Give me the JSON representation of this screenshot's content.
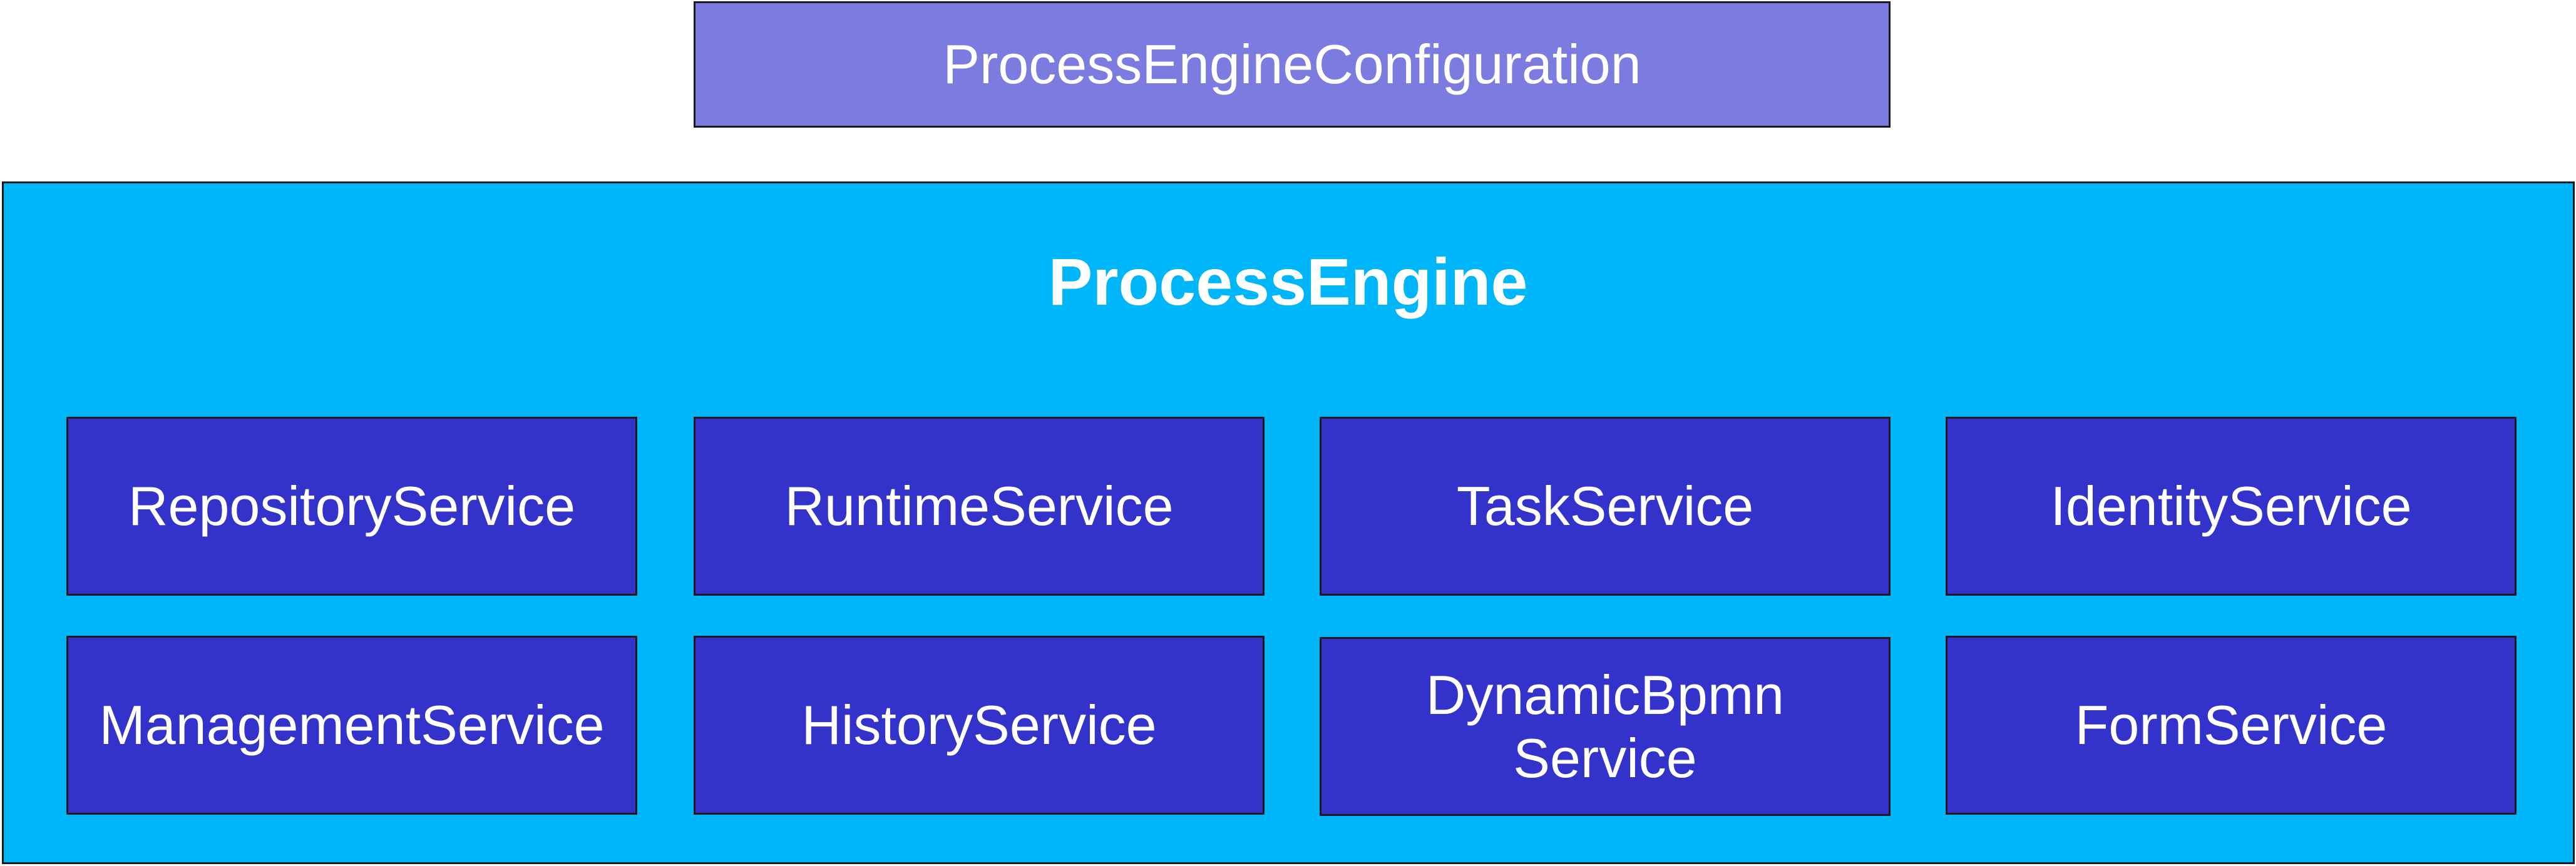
{
  "colors": {
    "config_fill": "#7b7be0",
    "engine_fill": "#00b6fb",
    "service_fill": "#3333cc",
    "border": "#1a1a1a",
    "text": "#ffffff"
  },
  "config": {
    "label": "ProcessEngineConfiguration"
  },
  "engine": {
    "title": "ProcessEngine",
    "services": [
      {
        "label": "RepositoryService"
      },
      {
        "label": "RuntimeService"
      },
      {
        "label": "TaskService"
      },
      {
        "label": "IdentityService"
      },
      {
        "label": "ManagementService"
      },
      {
        "label": "HistoryService"
      },
      {
        "label": "DynamicBpmn\nService"
      },
      {
        "label": "FormService"
      }
    ]
  }
}
